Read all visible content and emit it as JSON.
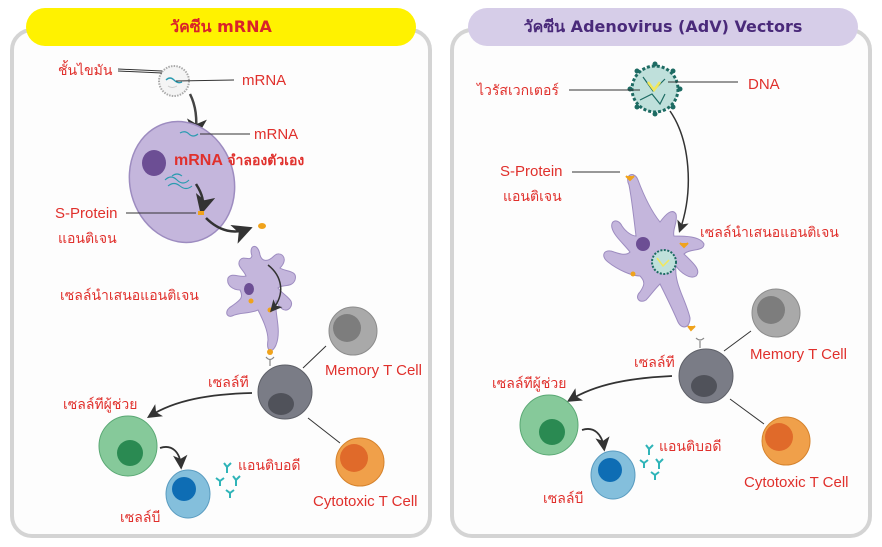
{
  "colors": {
    "label_red": "#e0302c",
    "mrna_banner_bg": "#fff200",
    "mrna_banner_text": "#d9232a",
    "adv_banner_bg": "#d6cde8",
    "adv_banner_text": "#4a2a7a",
    "panel_border": "#d4d4d4"
  },
  "left_panel": {
    "title": "วัคซีน mRNA",
    "labels": {
      "lipid_layer": "ชั้นไขมัน",
      "mrna_1": "mRNA",
      "mrna_2": "mRNA",
      "mrna_replicate_bold": "mRNA",
      "mrna_replicate_text": "จำลองตัวเอง",
      "s_protein": "S-Protein",
      "antigen": "แอนติเจน",
      "apc": "เซลล์นำเสนอแอนติเจน",
      "t_cell": "เซลล์ที",
      "memory_t_cell": "Memory T Cell",
      "helper_t_cell": "เซลล์ทีผู้ช่วย",
      "antibody": "แอนติบอดี",
      "b_cell": "เซลล์บี",
      "cytotoxic_t_cell": "Cytotoxic T Cell"
    }
  },
  "right_panel": {
    "title": "วัคซีน Adenovirus (AdV) Vectors",
    "labels": {
      "viral_vector": "ไวรัสเวกเตอร์",
      "dna": "DNA",
      "s_protein": "S-Protein",
      "antigen": "แอนติเจน",
      "apc": "เซลล์นำเสนอแอนติเจน",
      "t_cell": "เซลล์ที",
      "memory_t_cell": "Memory T Cell",
      "helper_t_cell": "เซลล์ทีผู้ช่วย",
      "antibody": "แอนติบอดี",
      "b_cell": "เซลล์บี",
      "cytotoxic_t_cell": "Cytotoxic T Cell"
    }
  }
}
